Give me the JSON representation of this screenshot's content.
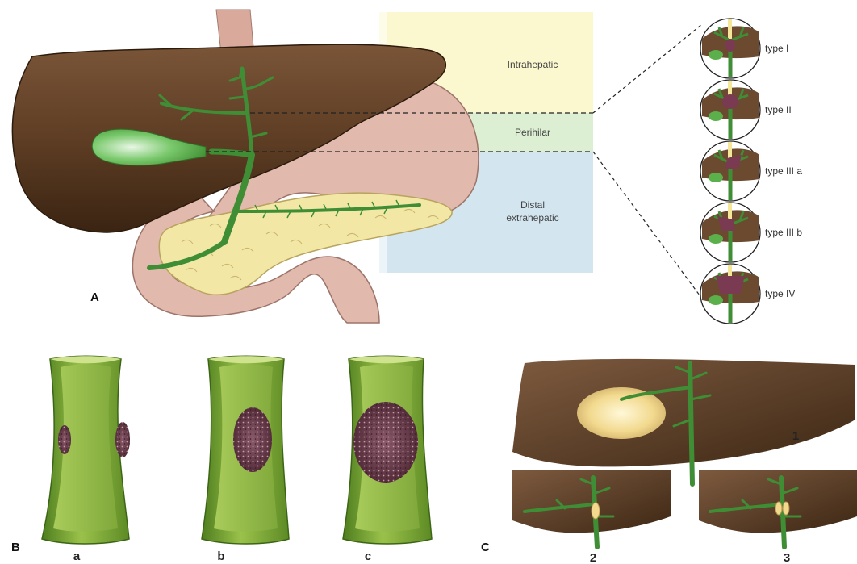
{
  "panel_a": {
    "label": "A",
    "zones": {
      "intrahepatic": "Intrahepatic",
      "perihilar": "Perihilar",
      "distal_line1": "Distal",
      "distal_line2": "extrahepatic"
    }
  },
  "bismuth_types": [
    "type I",
    "type II",
    "type III a",
    "type III b",
    "type IV"
  ],
  "panel_b": {
    "label": "B",
    "sublabels": [
      "a",
      "b",
      "c"
    ]
  },
  "panel_c": {
    "label": "C",
    "sublabels": [
      "1",
      "2",
      "3"
    ]
  },
  "colors": {
    "liver": "#5b3b22",
    "bile_duct": "#4a9a3c",
    "stomach": "#e2b9ad",
    "pancreas": "#f3e7a6",
    "tumor": "#7a3a52",
    "intrahepatic_zone": "#fbf8cf",
    "perihilar_zone": "#dcefd2",
    "distal_zone": "#d3e6f0"
  }
}
